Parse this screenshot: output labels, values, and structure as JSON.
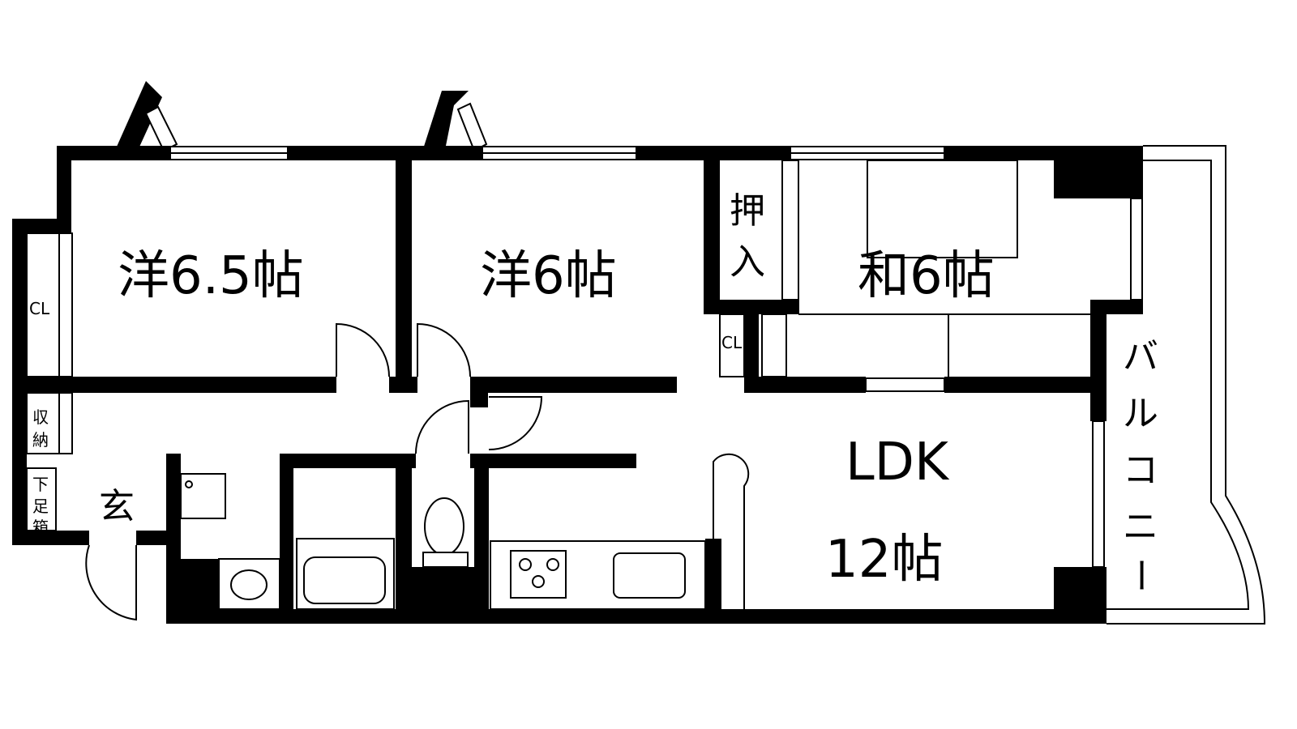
{
  "rooms": {
    "western1": "洋6.5帖",
    "western2": "洋6帖",
    "japanese": "和6帖",
    "ldk": "LDK",
    "ldk_size": "12帖",
    "balcony": [
      "バ",
      "ル",
      "コ",
      "ニ",
      "ー"
    ],
    "oshiire": [
      "押",
      "入"
    ],
    "cl1": "CL",
    "cl2": "CL",
    "storage": [
      "収",
      "納"
    ],
    "shoe_box": [
      "下",
      "足",
      "箱"
    ],
    "entrance": "玄"
  },
  "colors": {
    "wall": "#000000",
    "background": "#ffffff"
  }
}
